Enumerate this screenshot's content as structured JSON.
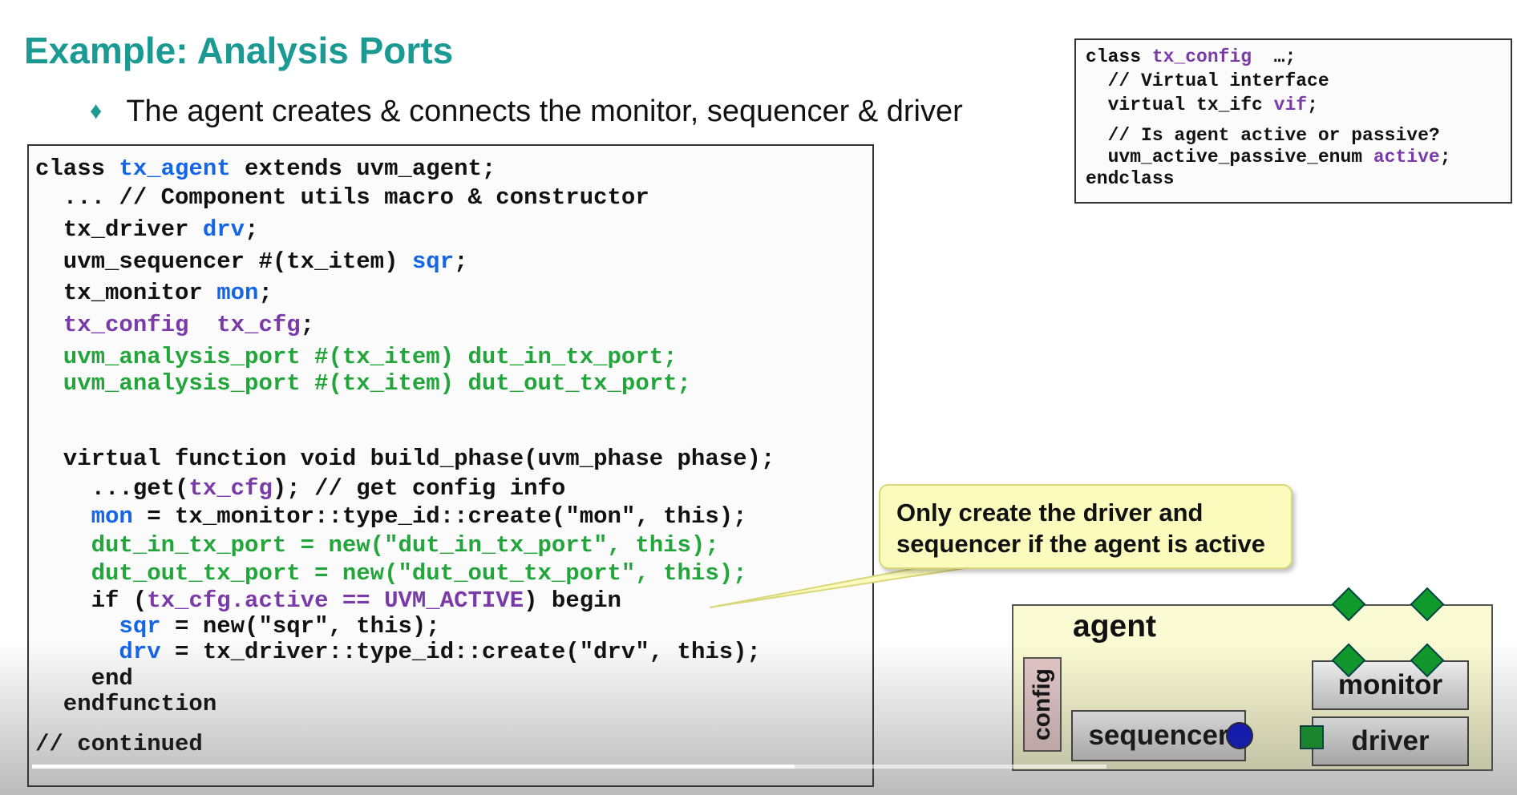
{
  "slide": {
    "title": "Example: Analysis Ports",
    "bullet": "The agent creates & connects the monitor, sequencer & driver",
    "bullet_icon": "diamond-bullet-icon"
  },
  "code": {
    "lines": [
      [
        {
          "t": "class "
        },
        {
          "t": "tx_agent",
          "c": "blue"
        },
        {
          "t": " extends uvm_agent;"
        }
      ],
      [
        {
          "t": "  ... // Component utils macro & constructor"
        }
      ],
      [
        {
          "t": "  tx_driver "
        },
        {
          "t": "drv",
          "c": "blue"
        },
        {
          "t": ";"
        }
      ],
      [
        {
          "t": "  uvm_sequencer #(tx_item) "
        },
        {
          "t": "sqr",
          "c": "blue"
        },
        {
          "t": ";"
        }
      ],
      [
        {
          "t": "  tx_monitor "
        },
        {
          "t": "mon",
          "c": "blue"
        },
        {
          "t": ";"
        }
      ],
      [
        {
          "t": "  tx_config  ",
          "c": "purple"
        },
        {
          "t": "tx_cfg",
          "c": "purple"
        },
        {
          "t": ";"
        }
      ],
      [
        {
          "t": "  uvm_analysis_port #(tx_item) dut_in_tx_port;",
          "c": "green"
        }
      ],
      [
        {
          "t": "  uvm_analysis_port #(tx_item) dut_out_tx_port;",
          "c": "green"
        }
      ],
      [
        {
          "t": "  virtual function void build_phase(uvm_phase phase);"
        }
      ],
      [
        {
          "t": "    ...get("
        },
        {
          "t": "tx_cfg",
          "c": "purple"
        },
        {
          "t": "); // get config info"
        }
      ],
      [
        {
          "t": "    "
        },
        {
          "t": "mon",
          "c": "blue"
        },
        {
          "t": " = tx_monitor::type_id::create(\"mon\", this);"
        }
      ],
      [
        {
          "t": "    dut_in_tx_port = new(\"dut_in_tx_port\", this);",
          "c": "green"
        }
      ],
      [
        {
          "t": "    dut_out_tx_port = new(\"dut_out_tx_port\", this);",
          "c": "green"
        }
      ],
      [
        {
          "t": "    if ("
        },
        {
          "t": "tx_cfg.active == UVM_ACTIVE",
          "c": "purple"
        },
        {
          "t": ") begin"
        }
      ],
      [
        {
          "t": "      "
        },
        {
          "t": "sqr",
          "c": "blue"
        },
        {
          "t": " = new(\"sqr\", this);"
        }
      ],
      [
        {
          "t": "      "
        },
        {
          "t": "drv",
          "c": "blue"
        },
        {
          "t": " = tx_driver::type_id::create(\"drv\", this);"
        }
      ],
      [
        {
          "t": "    end"
        }
      ],
      [
        {
          "t": "  endfunction"
        }
      ],
      [
        {
          "t": "// continued"
        }
      ]
    ]
  },
  "config_code": {
    "lines": [
      [
        {
          "t": "class "
        },
        {
          "t": "tx_config",
          "c": "purple"
        },
        {
          "t": "  …;"
        }
      ],
      [
        {
          "t": "  // Virtual interface"
        }
      ],
      [
        {
          "t": "  virtual tx_ifc "
        },
        {
          "t": "vif",
          "c": "purple"
        },
        {
          "t": ";"
        }
      ],
      [
        {
          "t": "  // Is agent active or passive?"
        }
      ],
      [
        {
          "t": "  uvm_active_passive_enum "
        },
        {
          "t": "active",
          "c": "purple"
        },
        {
          "t": ";"
        }
      ],
      [
        {
          "t": "endclass"
        }
      ]
    ]
  },
  "callout": {
    "line1": "Only create the driver and",
    "line2": "sequencer if the agent is active"
  },
  "diagram": {
    "agent_label": "agent",
    "config_label": "config",
    "sequencer_label": "sequencer",
    "monitor_label": "monitor",
    "driver_label": "driver"
  },
  "video": {
    "progress": 0.71
  },
  "colors": {
    "title": "#1a9a93",
    "code_blue": "#1565e8",
    "code_green": "#22a53a",
    "code_purple": "#7a3aa8",
    "callout_bg": "#fbfbbe",
    "agent_bg": "#fbfbd3",
    "port_green": "#109a2b",
    "export_blue": "#0a14c8"
  }
}
